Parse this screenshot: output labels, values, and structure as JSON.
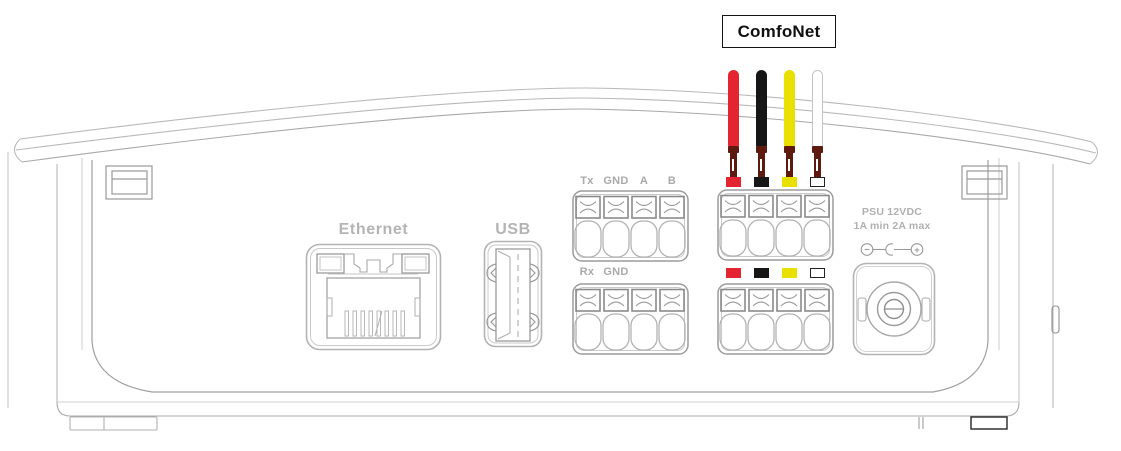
{
  "title_box": {
    "label": "ComfoNet"
  },
  "ports": {
    "ethernet": {
      "label": "Ethernet"
    },
    "usb": {
      "label": "USB"
    },
    "serial_tx": {
      "labels": [
        "Tx",
        "GND",
        "A",
        "B"
      ]
    },
    "serial_rx": {
      "labels": [
        "Rx",
        "GND"
      ]
    },
    "psu": {
      "line1": "PSU 12VDC",
      "line2": "1A min 2A max",
      "polarity_minus": "−",
      "polarity_plus": "+"
    }
  },
  "comfonet_wires": [
    {
      "name": "red",
      "hex": "#e42430"
    },
    {
      "name": "black",
      "hex": "#161616"
    },
    {
      "name": "yellow",
      "hex": "#e9e000"
    },
    {
      "name": "white",
      "hex": "#ffffff"
    }
  ],
  "colors": {
    "ferrule": "#5f1a10",
    "line_light": "#b9b9b9",
    "line_dark": "#333333"
  }
}
